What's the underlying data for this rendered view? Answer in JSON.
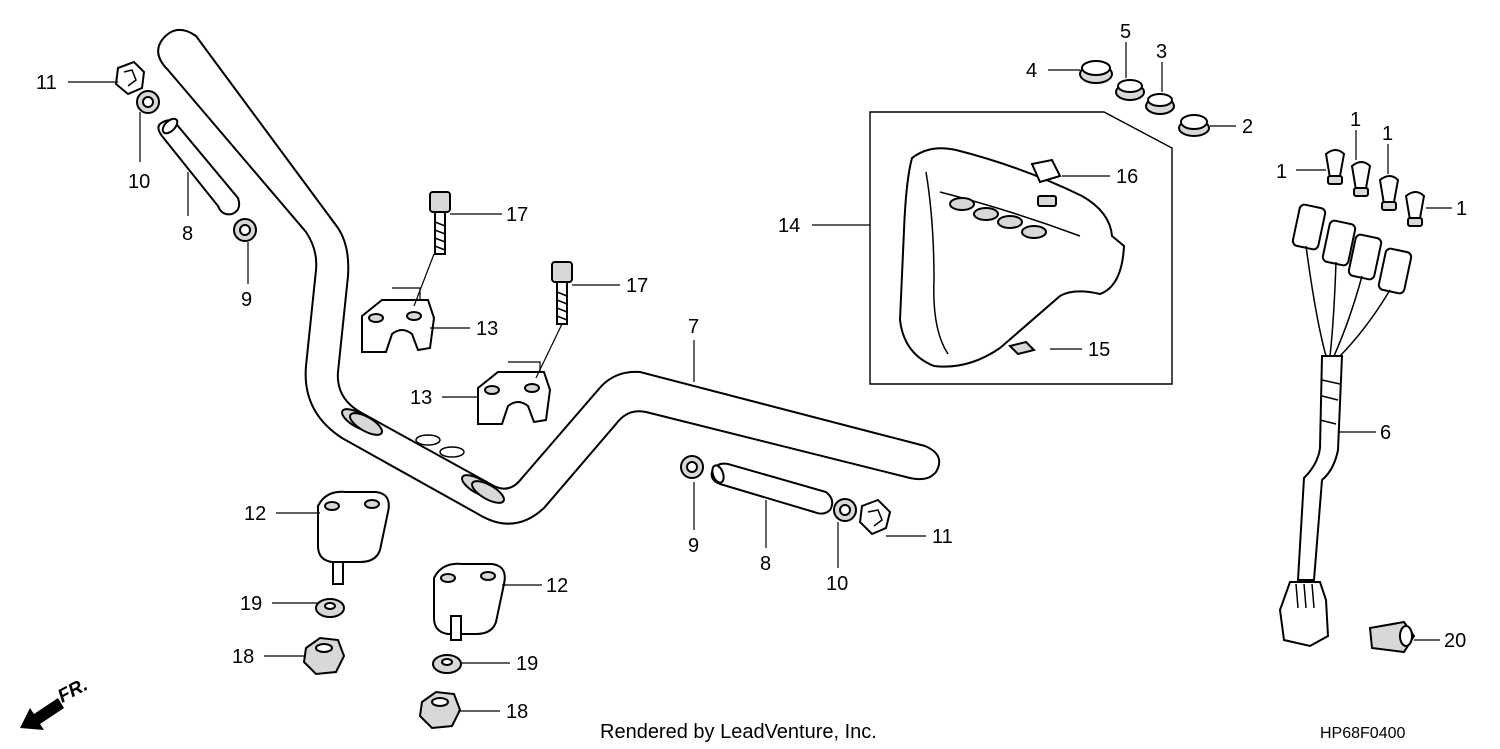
{
  "callouts": {
    "c1a": "1",
    "c1b": "1",
    "c1c": "1",
    "c1d": "1",
    "c2": "2",
    "c3": "3",
    "c4": "4",
    "c5": "5",
    "c6": "6",
    "c7": "7",
    "c8a": "8",
    "c8b": "8",
    "c9a": "9",
    "c9b": "9",
    "c10a": "10",
    "c10b": "10",
    "c11a": "11",
    "c11b": "11",
    "c12a": "12",
    "c12b": "12",
    "c13a": "13",
    "c13b": "13",
    "c14": "14",
    "c15": "15",
    "c16": "16",
    "c17a": "17",
    "c17b": "17",
    "c18a": "18",
    "c18b": "18",
    "c19a": "19",
    "c19b": "19",
    "c20": "20"
  },
  "footer": {
    "credit": "Rendered by LeadVenture, Inc.",
    "code": "HP68F0400"
  },
  "direction": {
    "label": "FR.",
    "icon": "front-arrow-icon"
  }
}
